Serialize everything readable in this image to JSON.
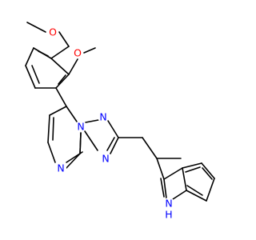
{
  "molecule": {
    "atom_labels": {
      "o_upper": "O",
      "o_lower": "O",
      "n_bridge": "N",
      "n_triazole_top": "N",
      "n_triazole_bottom": "N",
      "n_pyrimidine": "N",
      "nh_indole": "N",
      "nh_indole_h": "H"
    },
    "colors": {
      "bond": "#000000",
      "oxygen": "#ff0000",
      "nitrogen": "#0000ff",
      "hydrogen": "#0000ff"
    }
  }
}
